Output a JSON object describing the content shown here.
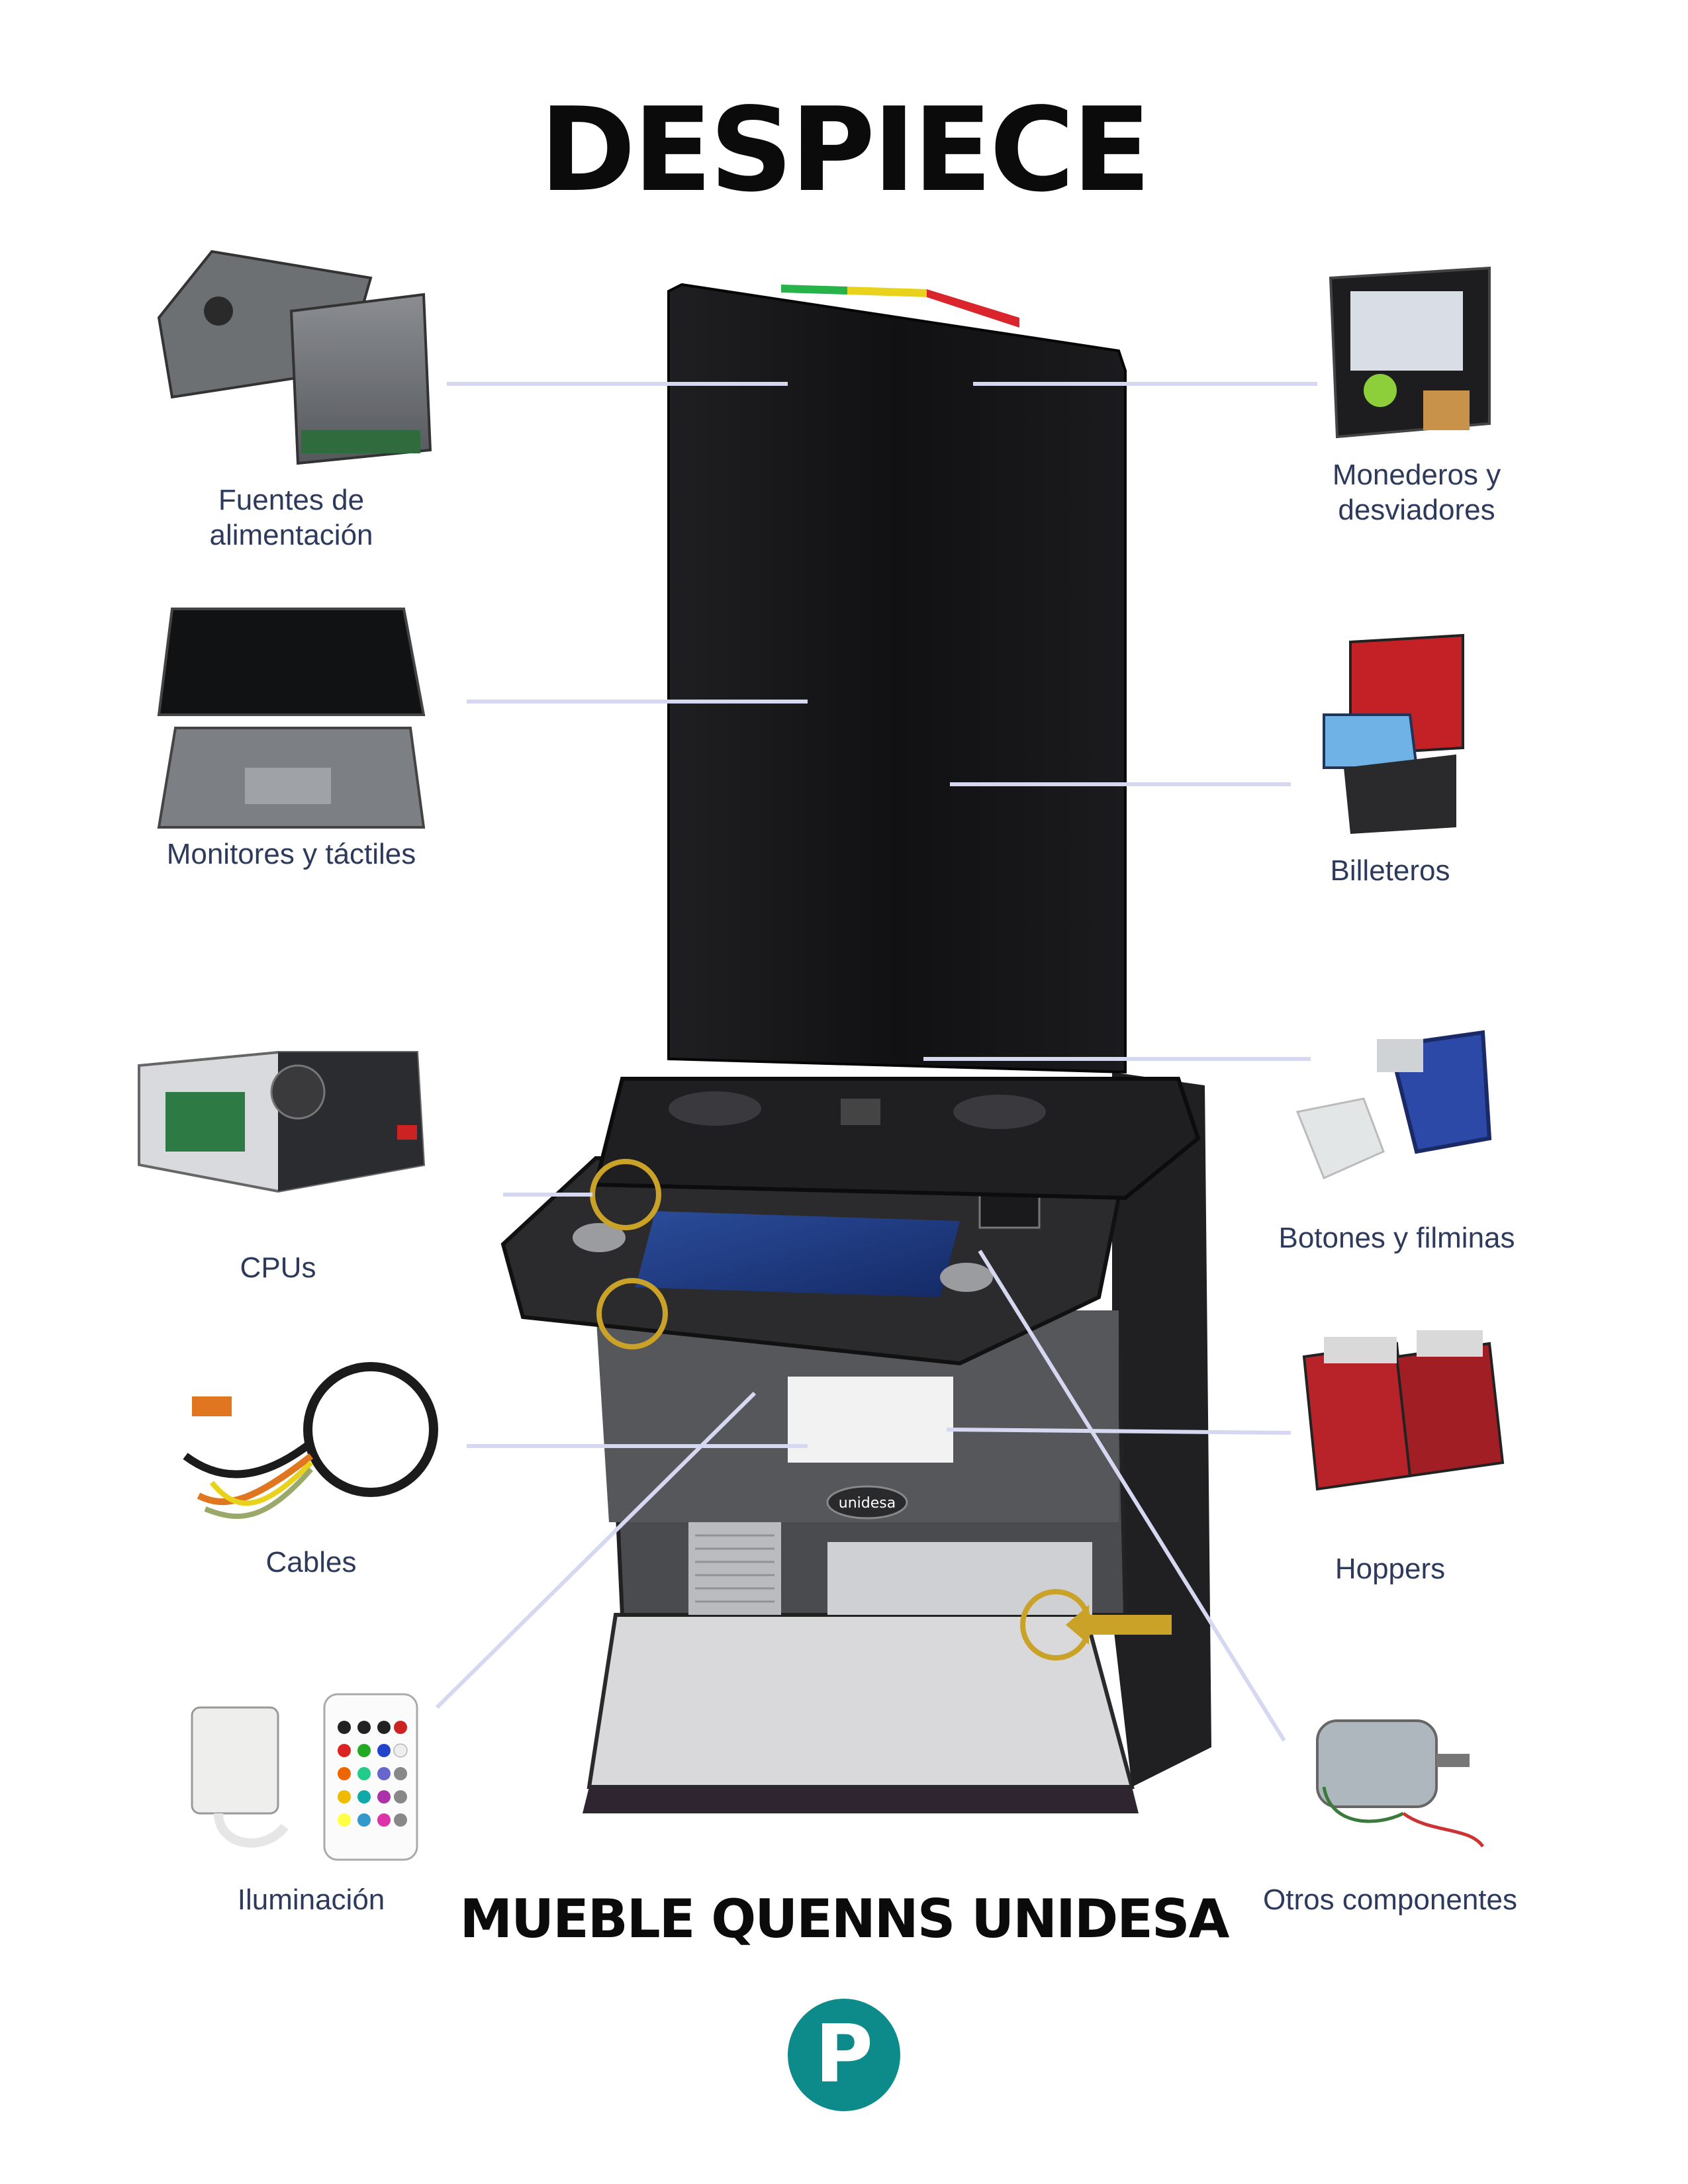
{
  "page": {
    "title": "DESPIECE",
    "caption": "MUEBLE QUENNS UNIDESA",
    "logo_letter": "P",
    "colors": {
      "accent": "#0d8a8a",
      "label_text": "#2d3a5c",
      "leader_line": "#d6d8f2",
      "cabinet": "#1a1a1c",
      "highlight_ring": "#c9a227"
    }
  },
  "cabinet": {
    "brand": "unidesa",
    "top_light_colors": [
      "#25b34a",
      "#e8d21c",
      "#d9252b"
    ]
  },
  "components": {
    "fuentes": {
      "label": "Fuentes de\nalimentación",
      "icon": "power-supply-icon"
    },
    "monitores": {
      "label": "Monitores y táctiles",
      "icon": "monitor-icon"
    },
    "cpus": {
      "label": "CPUs",
      "icon": "cpu-icon"
    },
    "cables": {
      "label": "Cables",
      "icon": "cable-icon"
    },
    "iluminacion": {
      "label": "Iluminación",
      "icon": "led-remote-icon"
    },
    "monederos": {
      "label": "Monederos y\ndesviadores",
      "icon": "coin-validator-icon"
    },
    "billeteros": {
      "label": "Billeteros",
      "icon": "bill-acceptor-icon"
    },
    "botones": {
      "label": "Botones y filminas",
      "icon": "button-icon"
    },
    "hoppers": {
      "label": "Hoppers",
      "icon": "hopper-icon"
    },
    "otros": {
      "label": "Otros componentes",
      "icon": "motor-icon"
    }
  }
}
